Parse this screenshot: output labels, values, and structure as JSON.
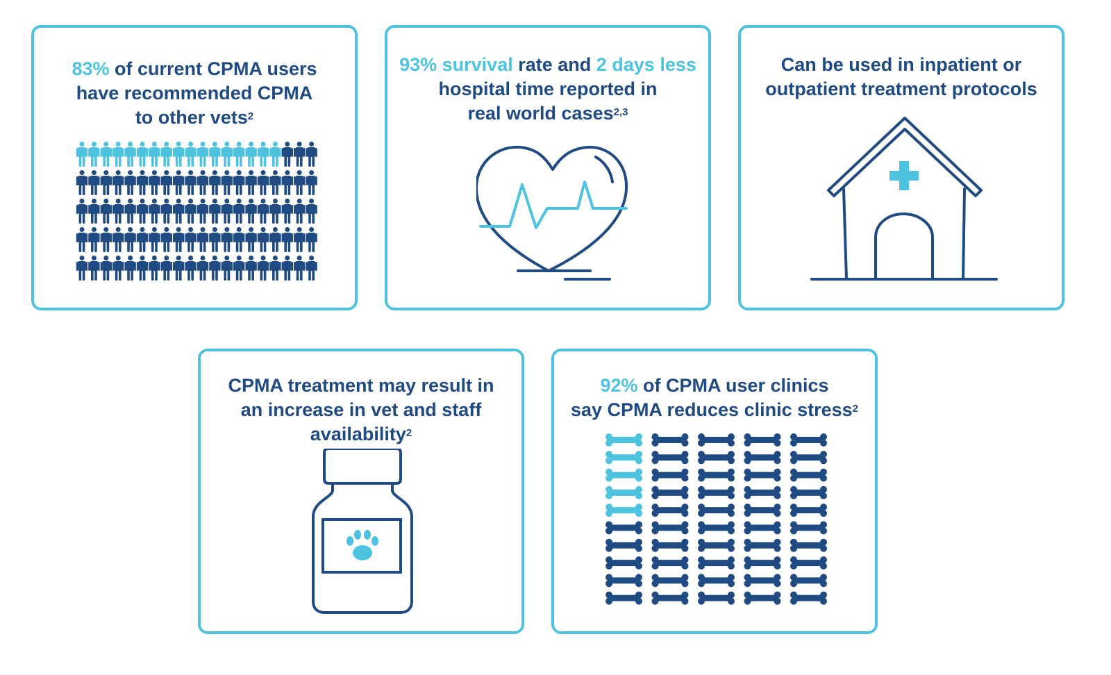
{
  "colors": {
    "accent": "#4ec3e0",
    "primary": "#1f4a82",
    "card_border": "#4ec3e0"
  },
  "cards": [
    {
      "id": "recommended",
      "stat": "83%",
      "text_1": " of current CPMA users",
      "text_2": "have recommended CPMA",
      "text_3": "to other vets",
      "sup": "2",
      "icon": "people-grid-icon",
      "highlighted_count": 17,
      "total_count": 100
    },
    {
      "id": "survival",
      "stat": "93% survival",
      "text_1": " rate and ",
      "stat_2": "2 days less",
      "text_2": "hospital time reported in",
      "text_3": "real world cases",
      "sup": "2,3",
      "icon": "heartbeat-icon"
    },
    {
      "id": "treatment",
      "text_1": "Can be used in inpatient or",
      "text_2": "outpatient treatment protocols",
      "icon": "veterinary-clinic-house-icon"
    },
    {
      "id": "availability",
      "text_1": "CPMA treatment may result in",
      "text_2": "an increase in vet and staff",
      "text_3": "availability",
      "sup": "2",
      "icon": "medicine-jar-paw-icon"
    },
    {
      "id": "stress",
      "stat": "92%",
      "text_1": " of CPMA user clinics",
      "text_2": "say CPMA reduces clinic stress",
      "sup": "2",
      "icon": "bones-grid-icon",
      "highlighted_count": 5,
      "total_count": 50
    }
  ]
}
